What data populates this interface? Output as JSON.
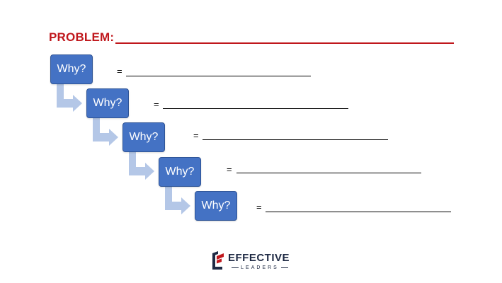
{
  "problem": {
    "label": "PROBLEM:"
  },
  "steps": [
    {
      "label": "Why?",
      "equals": "="
    },
    {
      "label": "Why?",
      "equals": "="
    },
    {
      "label": "Why?",
      "equals": "="
    },
    {
      "label": "Why?",
      "equals": "="
    },
    {
      "label": "Why?",
      "equals": "="
    }
  ],
  "logo": {
    "name": "EFFECTIVE",
    "sub": "LEADERS"
  },
  "colors": {
    "box": "#4472c4",
    "arrow": "#b4c7e7",
    "problem": "#c0171c",
    "logo": "#1f2a44"
  }
}
